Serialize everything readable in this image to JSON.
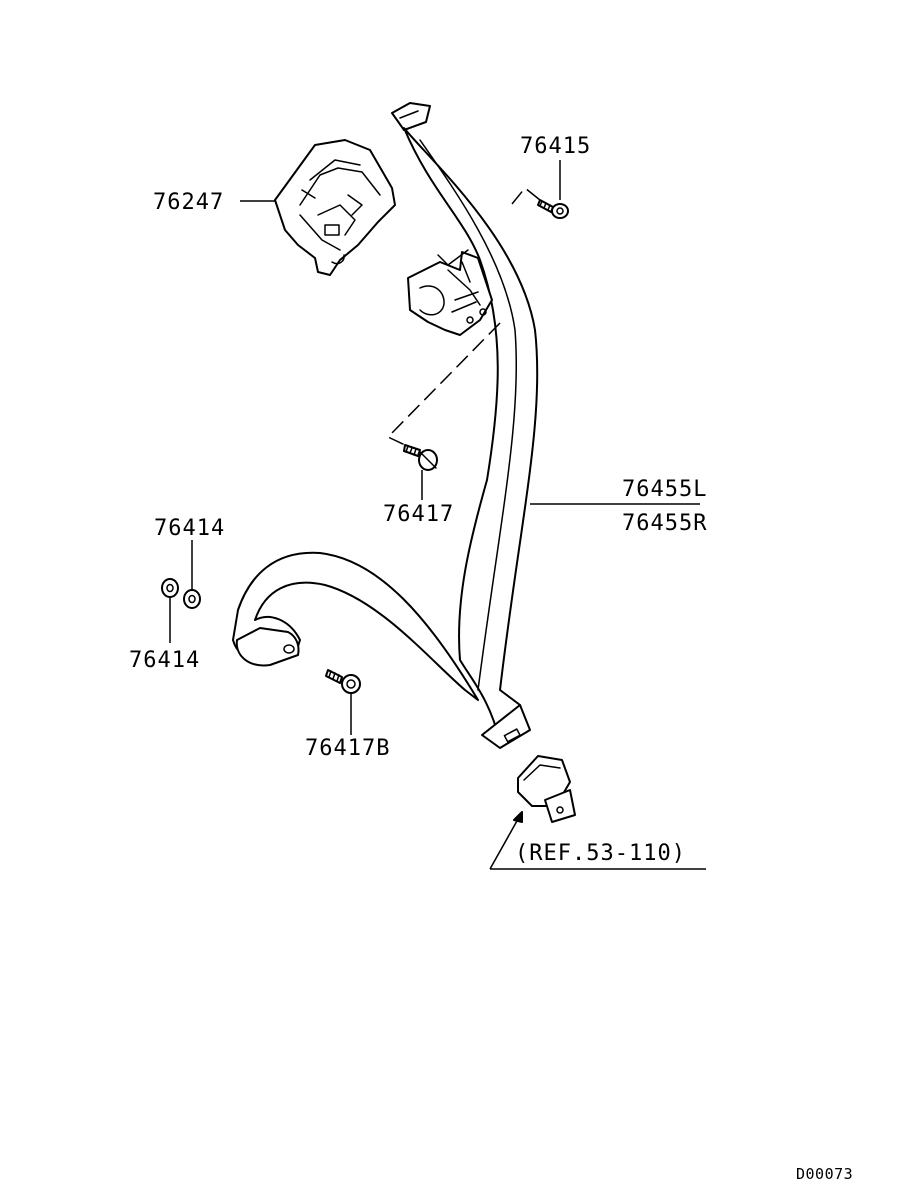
{
  "callouts": {
    "retractor_cover": "76247",
    "upper_bolt": "76415",
    "retractor_bolt": "76417",
    "belt_assy_left": "76455L",
    "belt_assy_right": "76455R",
    "washer_upper": "76414",
    "washer_lower": "76414",
    "anchor_bolt": "76417B",
    "buckle_reference": "(REF.53-110)"
  },
  "drawing_code": "D00073"
}
